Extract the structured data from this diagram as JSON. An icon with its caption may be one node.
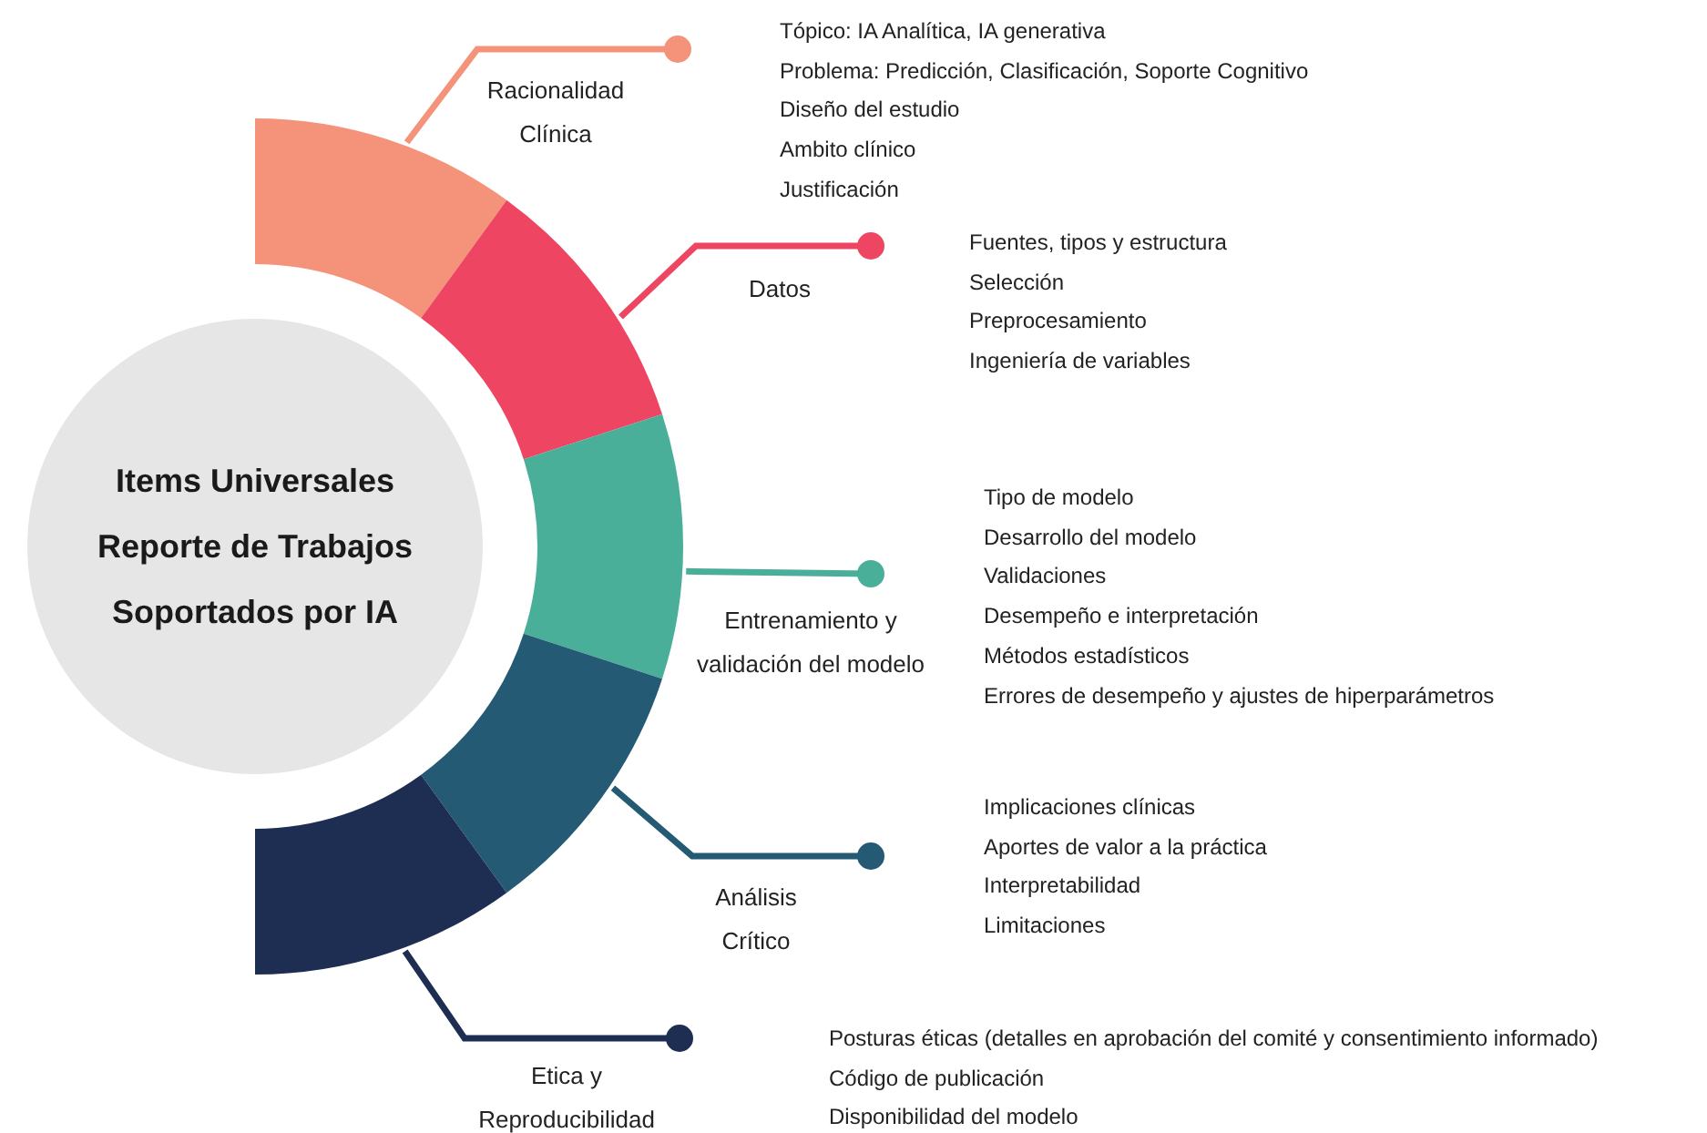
{
  "diagram": {
    "nodes": [
      {
        "text": [
          "Items Universales Reporte de Trabajos Soportados por IA"
        ]
      },
      {
        "text": [],
        "shape": "band"
      },
      {
        "text": [],
        "shape": "band"
      },
      {
        "text": [],
        "shape": "band"
      },
      {
        "text": [],
        "shape": "band"
      },
      {
        "text": [],
        "shape": "band"
      },
      {
        "text": [
          "Racionalidad Clínica"
        ],
        "beside": [
          "Tópico: IA Analítica, IA generativa",
          "Problema: Predicción, Clasificación, Soporte Cognitivo",
          "Diseño del estudio",
          "Ambito clínico",
          "Justificación"
        ]
      },
      {
        "text": [
          "Datos"
        ],
        "beside": [
          "Fuentes, tipos y estructura",
          "Selección",
          "Preprocesamiento",
          "Ingeniería de variables"
        ]
      },
      {
        "text": [
          "Entrenamiento y validación del modelo"
        ],
        "beside": [
          "Tipo de modelo",
          "Desarrollo del modelo",
          "Validaciones",
          "Desempeño e interpretación",
          "Métodos estadísticos",
          "Errores de desempeño y ajustes de hiperparámetros"
        ]
      },
      {
        "text": [
          "Análisis Crítico"
        ],
        "beside": [
          "Implicaciones clínicas",
          "Aportes de valor a la práctica",
          "Interpretabilidad",
          "Limitaciones"
        ]
      },
      {
        "text": [
          "Etica y Reproducibilidad"
        ],
        "beside": [
          "Posturas éticas (detalles en aprobación del comité y consentimiento informado)",
          "Código de publicación",
          "Disponibilidad del modelo"
        ]
      }
    ],
    "edges": [
      {
        "from": 6,
        "to": 1,
        "arrow": "other",
        "color": "#f4937a"
      },
      {
        "from": 7,
        "to": 2,
        "arrow": "other",
        "color": "#ee4562"
      },
      {
        "from": 8,
        "to": 3,
        "arrow": "other",
        "color": "#4aaf99"
      },
      {
        "from": 9,
        "to": 4,
        "arrow": "other",
        "color": "#245a73"
      },
      {
        "from": 10,
        "to": 5,
        "arrow": "other",
        "color": "#1e2d52"
      }
    ]
  }
}
